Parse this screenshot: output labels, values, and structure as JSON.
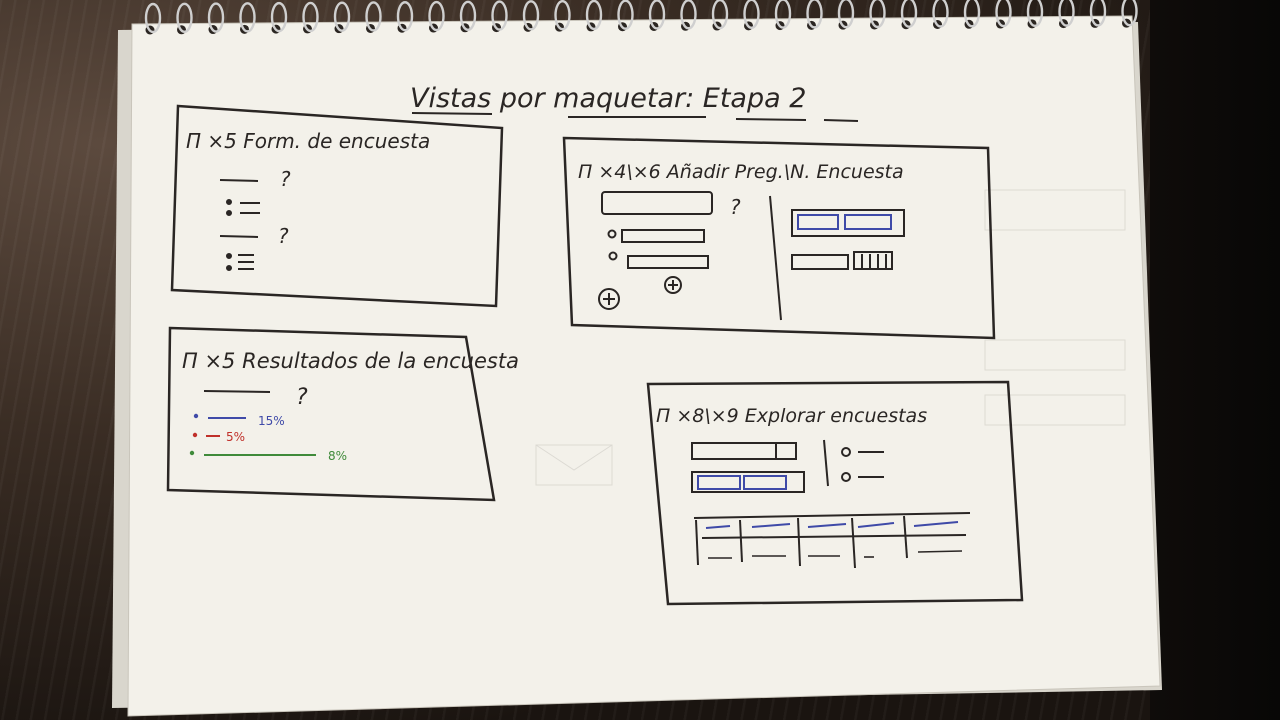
{
  "page_title": "Vistas por maquetar: Etapa 2",
  "box1": {
    "title": "П ×5 Form. de encuesta",
    "rows": [
      "?",
      "?"
    ]
  },
  "box2": {
    "title": "П ×4\\×6 Añadir Preg.\\N. Encuesta",
    "question_mark": "?"
  },
  "box3": {
    "title": "П ×5 Resultados de la encuesta",
    "question_mark": "?",
    "results": [
      {
        "label": "15%",
        "color": "#3f4aa8"
      },
      {
        "label": "5%",
        "color": "#c0302a"
      },
      {
        "label": "8%",
        "color": "#3f8a3a"
      }
    ]
  },
  "box4": {
    "title": "П ×8\\×9 Explorar encuestas"
  },
  "colors": {
    "paper": "#f3f1ea",
    "ink": "#2a2624",
    "blue_ink": "#3f4aa8",
    "red_ink": "#c0302a",
    "green_ink": "#3f8a3a"
  }
}
